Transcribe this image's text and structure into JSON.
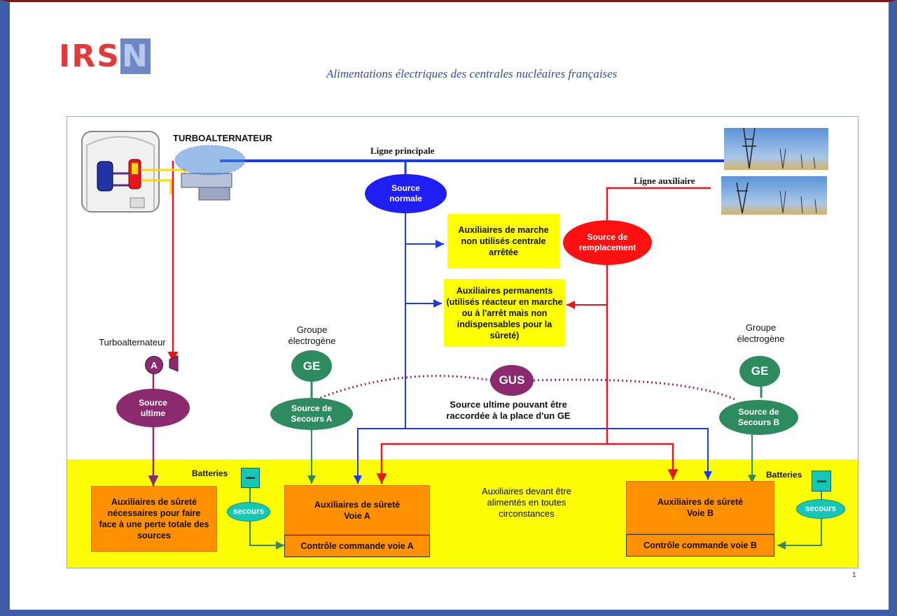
{
  "header": {
    "logo_text_main": "IRS",
    "logo_text_accent": "N",
    "title": "Alimentations électriques des centrales nucléaires françaises"
  },
  "diagram": {
    "turboalternateur_top": "TURBOALTERNATEUR",
    "ligne_principale": "Ligne principale",
    "ligne_auxiliaire": "Ligne auxiliaire",
    "source_normale": "Source normale",
    "source_remplacement": "Source de remplacement",
    "aux_marche": "Auxiliaires de marche non utilisés centrale arrêtée",
    "aux_permanents": "Auxiliaires permanents (utilisés réacteur en marche ou à l'arrêt  mais non indispensables pour la sûreté)",
    "turboalternateur_left": "Turboalternateur",
    "a_label": "A",
    "source_ultime": "Source ultime",
    "groupe_electrogene_a": "Groupe électrogène",
    "groupe_electrogene_b": "Groupe électrogène",
    "ge_a": "GE",
    "ge_b": "GE",
    "gus": "GUS",
    "gus_note": "Source ultime pouvant être raccordée à la place d'un GE",
    "source_secours_a": "Source de Secours A",
    "source_secours_b": "Source de Secours B",
    "batteries_a": "Batteries",
    "batteries_b": "Batteries",
    "secours_a": "secours",
    "secours_b": "secours",
    "aux_surete_totale": "Auxiliaires de sûreté nécessaires pour faire face à une perte totale des sources",
    "aux_surete_a": "Auxiliaires de sûreté Voie A",
    "aux_surete_b": "Auxiliaires de sûreté Voie B",
    "controle_a": "Contrôle commande voie A",
    "controle_b": "Contrôle commande voie B",
    "aux_circonstances": "Auxiliaires devant être alimentés en toutes circonstances"
  },
  "page_number": "1",
  "colors": {
    "blue_line": "#1a3cf0",
    "red_line": "#e8151b",
    "purple": "#8b2a6e",
    "green": "#2e8b5f",
    "teal": "#16c7b8",
    "yellow": "#ffff00",
    "orange": "#ff9000"
  }
}
